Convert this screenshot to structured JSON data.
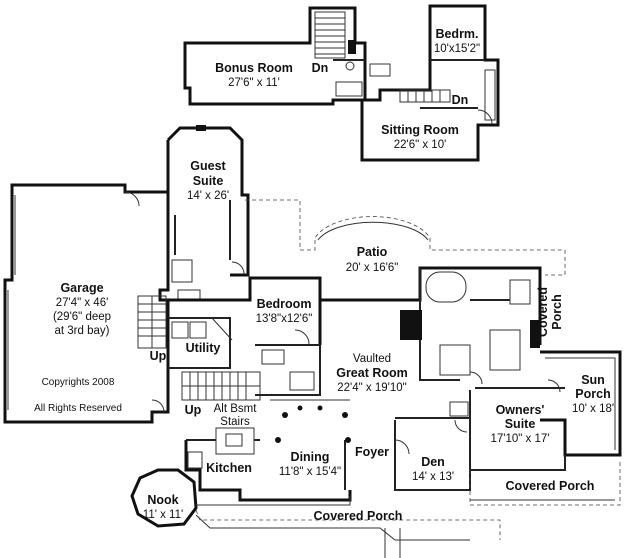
{
  "rooms": {
    "bonus_room": {
      "name": "Bonus Room",
      "size": "27'6\" x 11'"
    },
    "bedroom_upper": {
      "name": "Bedrm.",
      "size": "10'x15'2\""
    },
    "sitting_room": {
      "name": "Sitting Room",
      "size": "22'6\" x 10'"
    },
    "guest_suite": {
      "name": [
        "Guest",
        "Suite"
      ],
      "size": "14' x 26'"
    },
    "garage": {
      "name": "Garage",
      "size": "27'4\" x 46'",
      "note": [
        "(29'6\" deep",
        "at 3rd bay)"
      ]
    },
    "patio": {
      "name": "Patio",
      "size": "20' x 16'6\""
    },
    "bedroom": {
      "name": "Bedroom",
      "size": "13'8\"x12'6\""
    },
    "utility": {
      "name": "Utility"
    },
    "great_room": {
      "name": [
        "Vaulted",
        "Great Room"
      ],
      "size": "22'4\" x 19'10\""
    },
    "owners_suite": {
      "name": [
        "Owners'",
        "Suite"
      ],
      "size": "17'10\" x 17'"
    },
    "sun_porch": {
      "name": [
        "Sun",
        "Porch"
      ],
      "size": "10' x 18'"
    },
    "covered_porch_right": {
      "name": [
        "Covered",
        "Porch"
      ]
    },
    "dining": {
      "name": "Dining",
      "size": "11'8\" x 15'4\""
    },
    "foyer": {
      "name": "Foyer"
    },
    "den": {
      "name": "Den",
      "size": "14' x 13'"
    },
    "kitchen": {
      "name": "Kitchen"
    },
    "nook": {
      "name": "Nook",
      "size": "11' x 11'"
    },
    "covered_porch_front": {
      "name": "Covered Porch"
    },
    "covered_porch_rear": {
      "name": "Covered Porch"
    }
  },
  "labels": {
    "alt_bsmt_stairs": [
      "Alt Bsmt",
      "Stairs"
    ],
    "dn": "Dn",
    "up": "Up",
    "copyright": "Copyrights 2008",
    "rights": "All Rights Reserved"
  }
}
